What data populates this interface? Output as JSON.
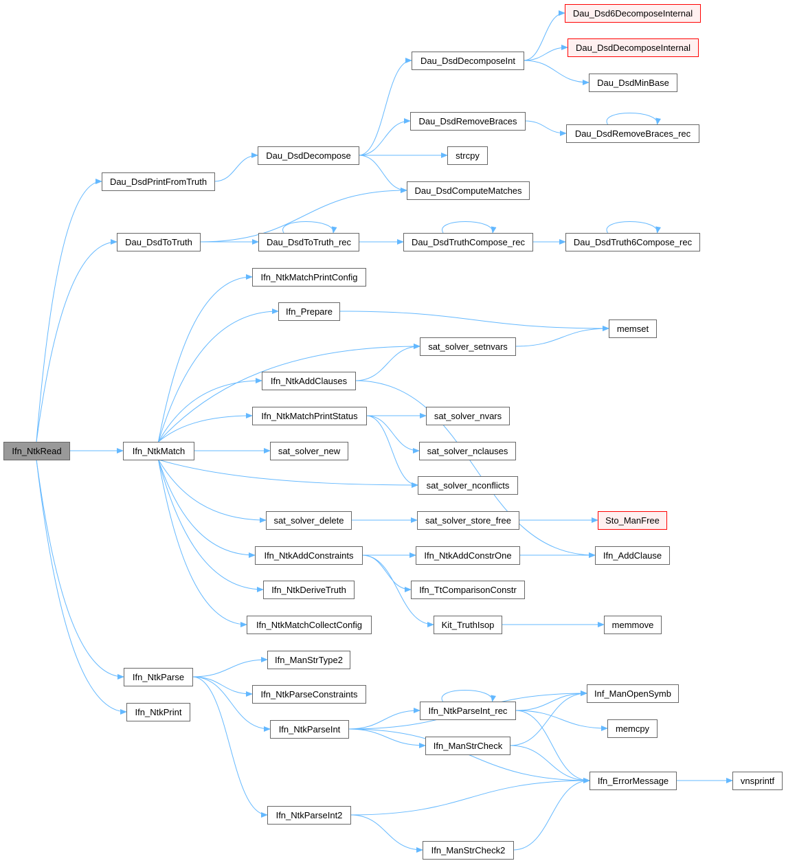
{
  "graph": {
    "type": "call-graph",
    "edge_color": "#63b8ff",
    "root_fill": "#999999",
    "external_stroke": "#ff0000",
    "nodes": {
      "ntkread": {
        "label": "Ifn_NtkRead",
        "kind": "root"
      },
      "printfromtruth": {
        "label": "Dau_DsdPrintFromTruth"
      },
      "dsdtotruth": {
        "label": "Dau_DsdToTruth"
      },
      "ntkmatch": {
        "label": "Ifn_NtkMatch"
      },
      "ntkparse": {
        "label": "Ifn_NtkParse"
      },
      "ntkprint": {
        "label": "Ifn_NtkPrint"
      },
      "dsddecompose": {
        "label": "Dau_DsdDecompose"
      },
      "decomposeint": {
        "label": "Dau_DsdDecomposeInt"
      },
      "dsd6decomposeinternal": {
        "label": "Dau_Dsd6DecomposeInternal",
        "kind": "external"
      },
      "dsddecomposeinternal": {
        "label": "Dau_DsdDecomposeInternal",
        "kind": "external"
      },
      "minbase": {
        "label": "Dau_DsdMinBase"
      },
      "removebraces": {
        "label": "Dau_DsdRemoveBraces"
      },
      "removebraces_rec": {
        "label": "Dau_DsdRemoveBraces_rec"
      },
      "strcpy": {
        "label": "strcpy"
      },
      "computematches": {
        "label": "Dau_DsdComputeMatches"
      },
      "totruth_rec": {
        "label": "Dau_DsdToTruth_rec"
      },
      "truthcompose_rec": {
        "label": "Dau_DsdTruthCompose_rec"
      },
      "truth6compose_rec": {
        "label": "Dau_DsdTruth6Compose_rec"
      },
      "matchprintconfig": {
        "label": "Ifn_NtkMatchPrintConfig"
      },
      "prepare": {
        "label": "Ifn_Prepare"
      },
      "memset": {
        "label": "memset"
      },
      "setnvars": {
        "label": "sat_solver_setnvars"
      },
      "addclauses": {
        "label": "Ifn_NtkAddClauses"
      },
      "matchprintstatus": {
        "label": "Ifn_NtkMatchPrintStatus"
      },
      "nvars": {
        "label": "sat_solver_nvars"
      },
      "solvernew": {
        "label": "sat_solver_new"
      },
      "nclauses": {
        "label": "sat_solver_nclauses"
      },
      "nconflicts": {
        "label": "sat_solver_nconflicts"
      },
      "solverdelete": {
        "label": "sat_solver_delete"
      },
      "storefree": {
        "label": "sat_solver_store_free"
      },
      "stomanfree": {
        "label": "Sto_ManFree",
        "kind": "external"
      },
      "addconstraints": {
        "label": "Ifn_NtkAddConstraints"
      },
      "addconstrone": {
        "label": "Ifn_NtkAddConstrOne"
      },
      "addclause": {
        "label": "Ifn_AddClause"
      },
      "derivetruth": {
        "label": "Ifn_NtkDeriveTruth"
      },
      "ttcomparison": {
        "label": "Ifn_TtComparisonConstr"
      },
      "collectconfig": {
        "label": "Ifn_NtkMatchCollectConfig"
      },
      "truthisop": {
        "label": "Kit_TruthIsop"
      },
      "memmove": {
        "label": "memmove"
      },
      "manstrtype2": {
        "label": "Ifn_ManStrType2"
      },
      "parseconstraints": {
        "label": "Ifn_NtkParseConstraints"
      },
      "opensymb": {
        "label": "Inf_ManOpenSymb"
      },
      "parseint_rec": {
        "label": "Ifn_NtkParseInt_rec"
      },
      "memcpy": {
        "label": "memcpy"
      },
      "parseint": {
        "label": "Ifn_NtkParseInt"
      },
      "manstrcheck": {
        "label": "Ifn_ManStrCheck"
      },
      "errormessage": {
        "label": "Ifn_ErrorMessage"
      },
      "vnsprintf": {
        "label": "vnsprintf"
      },
      "parseint2": {
        "label": "Ifn_NtkParseInt2"
      },
      "manstrcheck2": {
        "label": "Ifn_ManStrCheck2"
      }
    },
    "edges": [
      [
        "ntkread",
        "printfromtruth"
      ],
      [
        "ntkread",
        "dsdtotruth"
      ],
      [
        "ntkread",
        "ntkmatch"
      ],
      [
        "ntkread",
        "ntkparse"
      ],
      [
        "ntkread",
        "ntkprint"
      ],
      [
        "printfromtruth",
        "dsddecompose"
      ],
      [
        "dsddecompose",
        "decomposeint"
      ],
      [
        "dsddecompose",
        "removebraces"
      ],
      [
        "dsddecompose",
        "strcpy"
      ],
      [
        "dsddecompose",
        "computematches"
      ],
      [
        "decomposeint",
        "dsd6decomposeinternal"
      ],
      [
        "decomposeint",
        "dsddecomposeinternal"
      ],
      [
        "decomposeint",
        "minbase"
      ],
      [
        "removebraces",
        "removebraces_rec"
      ],
      [
        "removebraces_rec",
        "removebraces_rec"
      ],
      [
        "dsdtotruth",
        "computematches"
      ],
      [
        "dsdtotruth",
        "totruth_rec"
      ],
      [
        "totruth_rec",
        "totruth_rec"
      ],
      [
        "totruth_rec",
        "truthcompose_rec"
      ],
      [
        "truthcompose_rec",
        "truthcompose_rec"
      ],
      [
        "truthcompose_rec",
        "truth6compose_rec"
      ],
      [
        "truth6compose_rec",
        "truth6compose_rec"
      ],
      [
        "ntkmatch",
        "matchprintconfig"
      ],
      [
        "ntkmatch",
        "prepare"
      ],
      [
        "ntkmatch",
        "setnvars"
      ],
      [
        "ntkmatch",
        "addclauses"
      ],
      [
        "ntkmatch",
        "matchprintstatus"
      ],
      [
        "ntkmatch",
        "solvernew"
      ],
      [
        "ntkmatch",
        "nconflicts"
      ],
      [
        "ntkmatch",
        "solverdelete"
      ],
      [
        "ntkmatch",
        "addconstraints"
      ],
      [
        "ntkmatch",
        "derivetruth"
      ],
      [
        "ntkmatch",
        "collectconfig"
      ],
      [
        "prepare",
        "memset"
      ],
      [
        "setnvars",
        "memset"
      ],
      [
        "addclauses",
        "setnvars"
      ],
      [
        "addclauses",
        "addclause"
      ],
      [
        "matchprintstatus",
        "nvars"
      ],
      [
        "matchprintstatus",
        "nclauses"
      ],
      [
        "matchprintstatus",
        "nconflicts"
      ],
      [
        "solverdelete",
        "storefree"
      ],
      [
        "storefree",
        "stomanfree"
      ],
      [
        "addconstraints",
        "addconstrone"
      ],
      [
        "addconstraints",
        "ttcomparison"
      ],
      [
        "addconstraints",
        "truthisop"
      ],
      [
        "addconstrone",
        "addclause"
      ],
      [
        "truthisop",
        "memmove"
      ],
      [
        "ntkparse",
        "manstrtype2"
      ],
      [
        "ntkparse",
        "parseconstraints"
      ],
      [
        "ntkparse",
        "parseint"
      ],
      [
        "ntkparse",
        "parseint2"
      ],
      [
        "parseint",
        "opensymb"
      ],
      [
        "parseint",
        "parseint_rec"
      ],
      [
        "parseint",
        "manstrcheck"
      ],
      [
        "parseint",
        "errormessage"
      ],
      [
        "parseint_rec",
        "parseint_rec"
      ],
      [
        "parseint_rec",
        "opensymb"
      ],
      [
        "parseint_rec",
        "memcpy"
      ],
      [
        "parseint_rec",
        "errormessage"
      ],
      [
        "manstrcheck",
        "opensymb"
      ],
      [
        "manstrcheck",
        "errormessage"
      ],
      [
        "errormessage",
        "vnsprintf"
      ],
      [
        "parseint2",
        "errormessage"
      ],
      [
        "parseint2",
        "manstrcheck2"
      ],
      [
        "manstrcheck2",
        "errormessage"
      ]
    ]
  }
}
